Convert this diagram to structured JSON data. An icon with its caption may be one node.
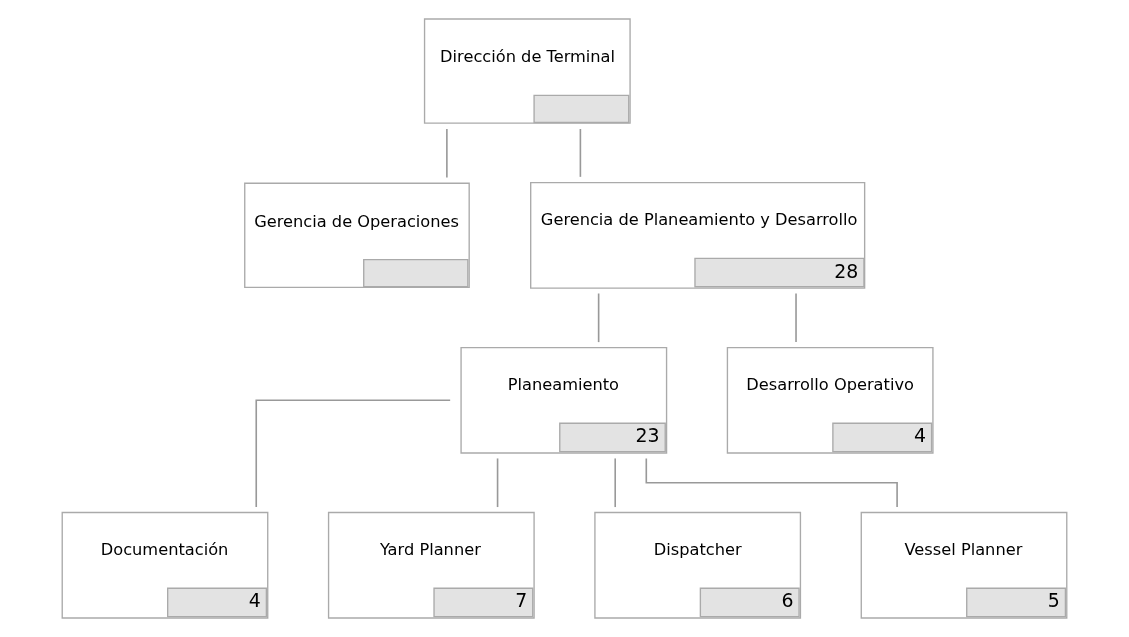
{
  "diagram": {
    "nodes": [
      {
        "text": [
          "Dirección de Terminal"
        ]
      },
      {
        "text": [
          "Gerencia de Operaciones"
        ]
      },
      {
        "text": [
          "Gerencia de Planeamiento y Desarrollo",
          "28"
        ]
      },
      {
        "text": [
          "Planeamiento",
          "23"
        ]
      },
      {
        "text": [
          "Desarrollo Operativo",
          "4"
        ]
      },
      {
        "text": [
          "Documentación",
          "4"
        ]
      },
      {
        "text": [
          "Yard Planner",
          "7"
        ]
      },
      {
        "text": [
          "Dispatcher",
          "6"
        ]
      },
      {
        "text": [
          "Vessel Planner",
          "5"
        ]
      }
    ],
    "edges": [
      {
        "from": 0,
        "to": 1,
        "arrow": "none"
      },
      {
        "from": 0,
        "to": 2,
        "arrow": "none"
      },
      {
        "from": 2,
        "to": 3,
        "arrow": "none"
      },
      {
        "from": 2,
        "to": 4,
        "arrow": "none"
      },
      {
        "from": 3,
        "to": 5,
        "arrow": "none"
      },
      {
        "from": 3,
        "to": 6,
        "arrow": "none"
      },
      {
        "from": 3,
        "to": 7,
        "arrow": "none"
      },
      {
        "from": 3,
        "to": 8,
        "arrow": "none"
      }
    ]
  }
}
